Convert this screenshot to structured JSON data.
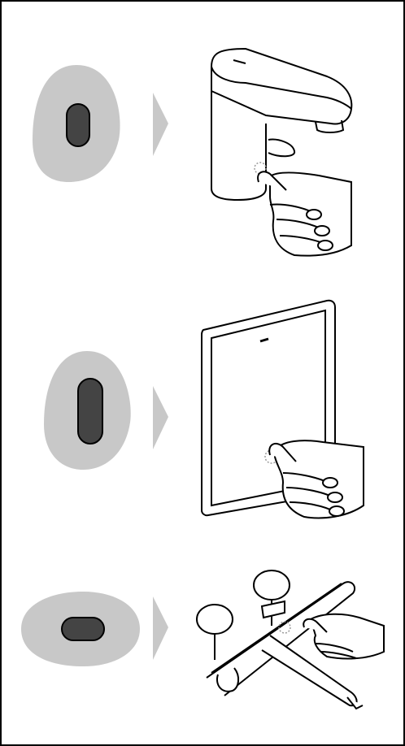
{
  "document": {
    "panels": [
      {
        "id": "panel-basin-mixer",
        "sensor_shape": "teardrop-vertical",
        "device": "electronic-basin-tap"
      },
      {
        "id": "panel-wall-plate",
        "sensor_shape": "teardrop-vertical",
        "device": "wall-mounted-sensor-plate"
      },
      {
        "id": "panel-thermostat",
        "sensor_shape": "teardrop-horizontal",
        "device": "wall-thermostat-mixer"
      }
    ],
    "icons": [
      "sensor-pad-icon",
      "arrow-right-icon",
      "hand-icon",
      "faucet-icon",
      "wall-plate-icon",
      "thermostat-mixer-icon",
      "touch-glow-icon"
    ],
    "colors": {
      "sensor_pad": "#c8c8c8",
      "sensor_button": "#444444",
      "arrow": "#c8c8c8",
      "line": "#000000",
      "background": "#ffffff"
    }
  }
}
